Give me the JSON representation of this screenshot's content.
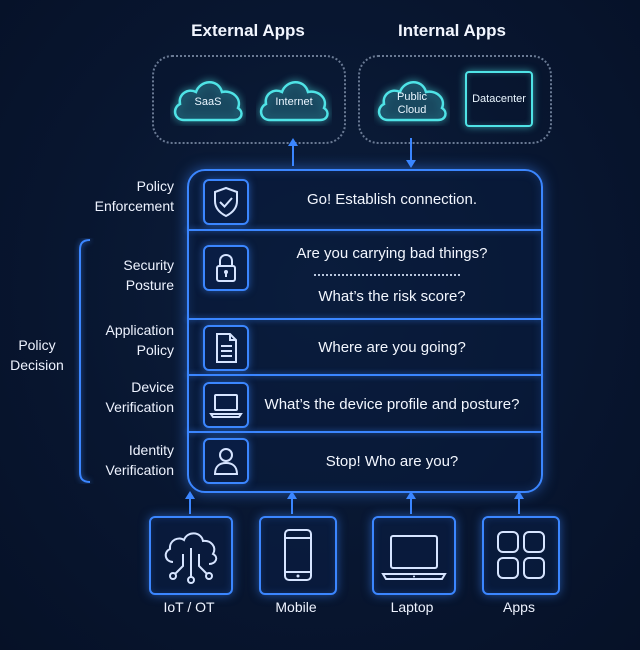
{
  "diagram": {
    "external_title": "External Apps",
    "internal_title": "Internal Apps",
    "external_apps": [
      "SaaS",
      "Internet"
    ],
    "internal_apps": {
      "cloud_line1": "Public",
      "cloud_line2": "Cloud",
      "datacenter": "Datacenter"
    },
    "side_labels": {
      "policy_enforcement": [
        "Policy",
        "Enforcement"
      ],
      "security_posture": [
        "Security",
        "Posture"
      ],
      "application_policy": [
        "Application",
        "Policy"
      ],
      "device_verification": [
        "Device",
        "Verification"
      ],
      "identity_verification": [
        "Identity",
        "Verification"
      ]
    },
    "policy_decision": [
      "Policy",
      "Decision"
    ],
    "rows": {
      "enforcement": "Go!  Establish connection.",
      "security_q1": "Are you carrying bad things?",
      "security_q2": "What’s the risk score?",
      "application": "Where are you going?",
      "device": "What’s the device profile and posture?",
      "identity": "Stop! Who are you?"
    },
    "devices": [
      "IoT / OT",
      "Mobile",
      "Laptop",
      "Apps"
    ]
  },
  "colors": {
    "background": "#081630",
    "accent_blue": "#3b86ff",
    "accent_cyan": "#4fe3e6",
    "dotted_border": "#6a7a94"
  },
  "icons": [
    "shield-check-icon",
    "lock-icon",
    "document-icon",
    "laptop-icon",
    "user-icon",
    "iot-cloud-icon",
    "mobile-icon",
    "apps-grid-icon",
    "cloud-icon",
    "up-arrow-icon",
    "down-arrow-icon"
  ]
}
